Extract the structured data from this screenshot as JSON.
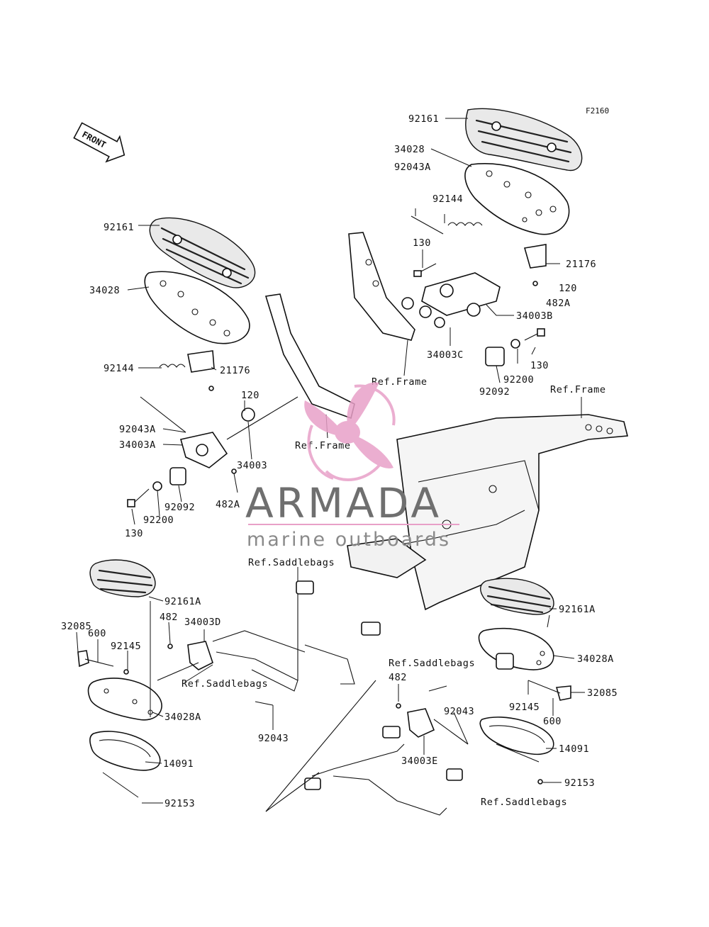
{
  "figure_code": "F2160",
  "front_arrow": "FRONT",
  "watermark": {
    "brand": "ARMADA",
    "tagline": "marine outboards",
    "accent_color": "#e8a0c8"
  },
  "part_labels": {
    "top_right": [
      "92161",
      "34028",
      "92043A",
      "92144",
      "130",
      "21176",
      "120",
      "482A",
      "34003B",
      "34003C",
      "92200",
      "130",
      "92092"
    ],
    "left_upper": [
      "92161",
      "34028",
      "92144",
      "21176",
      "120",
      "92043A",
      "34003A",
      "34003",
      "482A",
      "92092",
      "92200",
      "130"
    ],
    "lower_left": [
      "92161A",
      "32085",
      "600",
      "92145",
      "482",
      "34003D",
      "92043",
      "34028A",
      "14091",
      "92153"
    ],
    "lower_right": [
      "92161A",
      "34028A",
      "32085",
      "92145",
      "600",
      "482",
      "92043",
      "34003E",
      "14091",
      "92153"
    ]
  },
  "refs": {
    "frame": "Ref.Frame",
    "saddlebags": "Ref.Saddlebags"
  }
}
